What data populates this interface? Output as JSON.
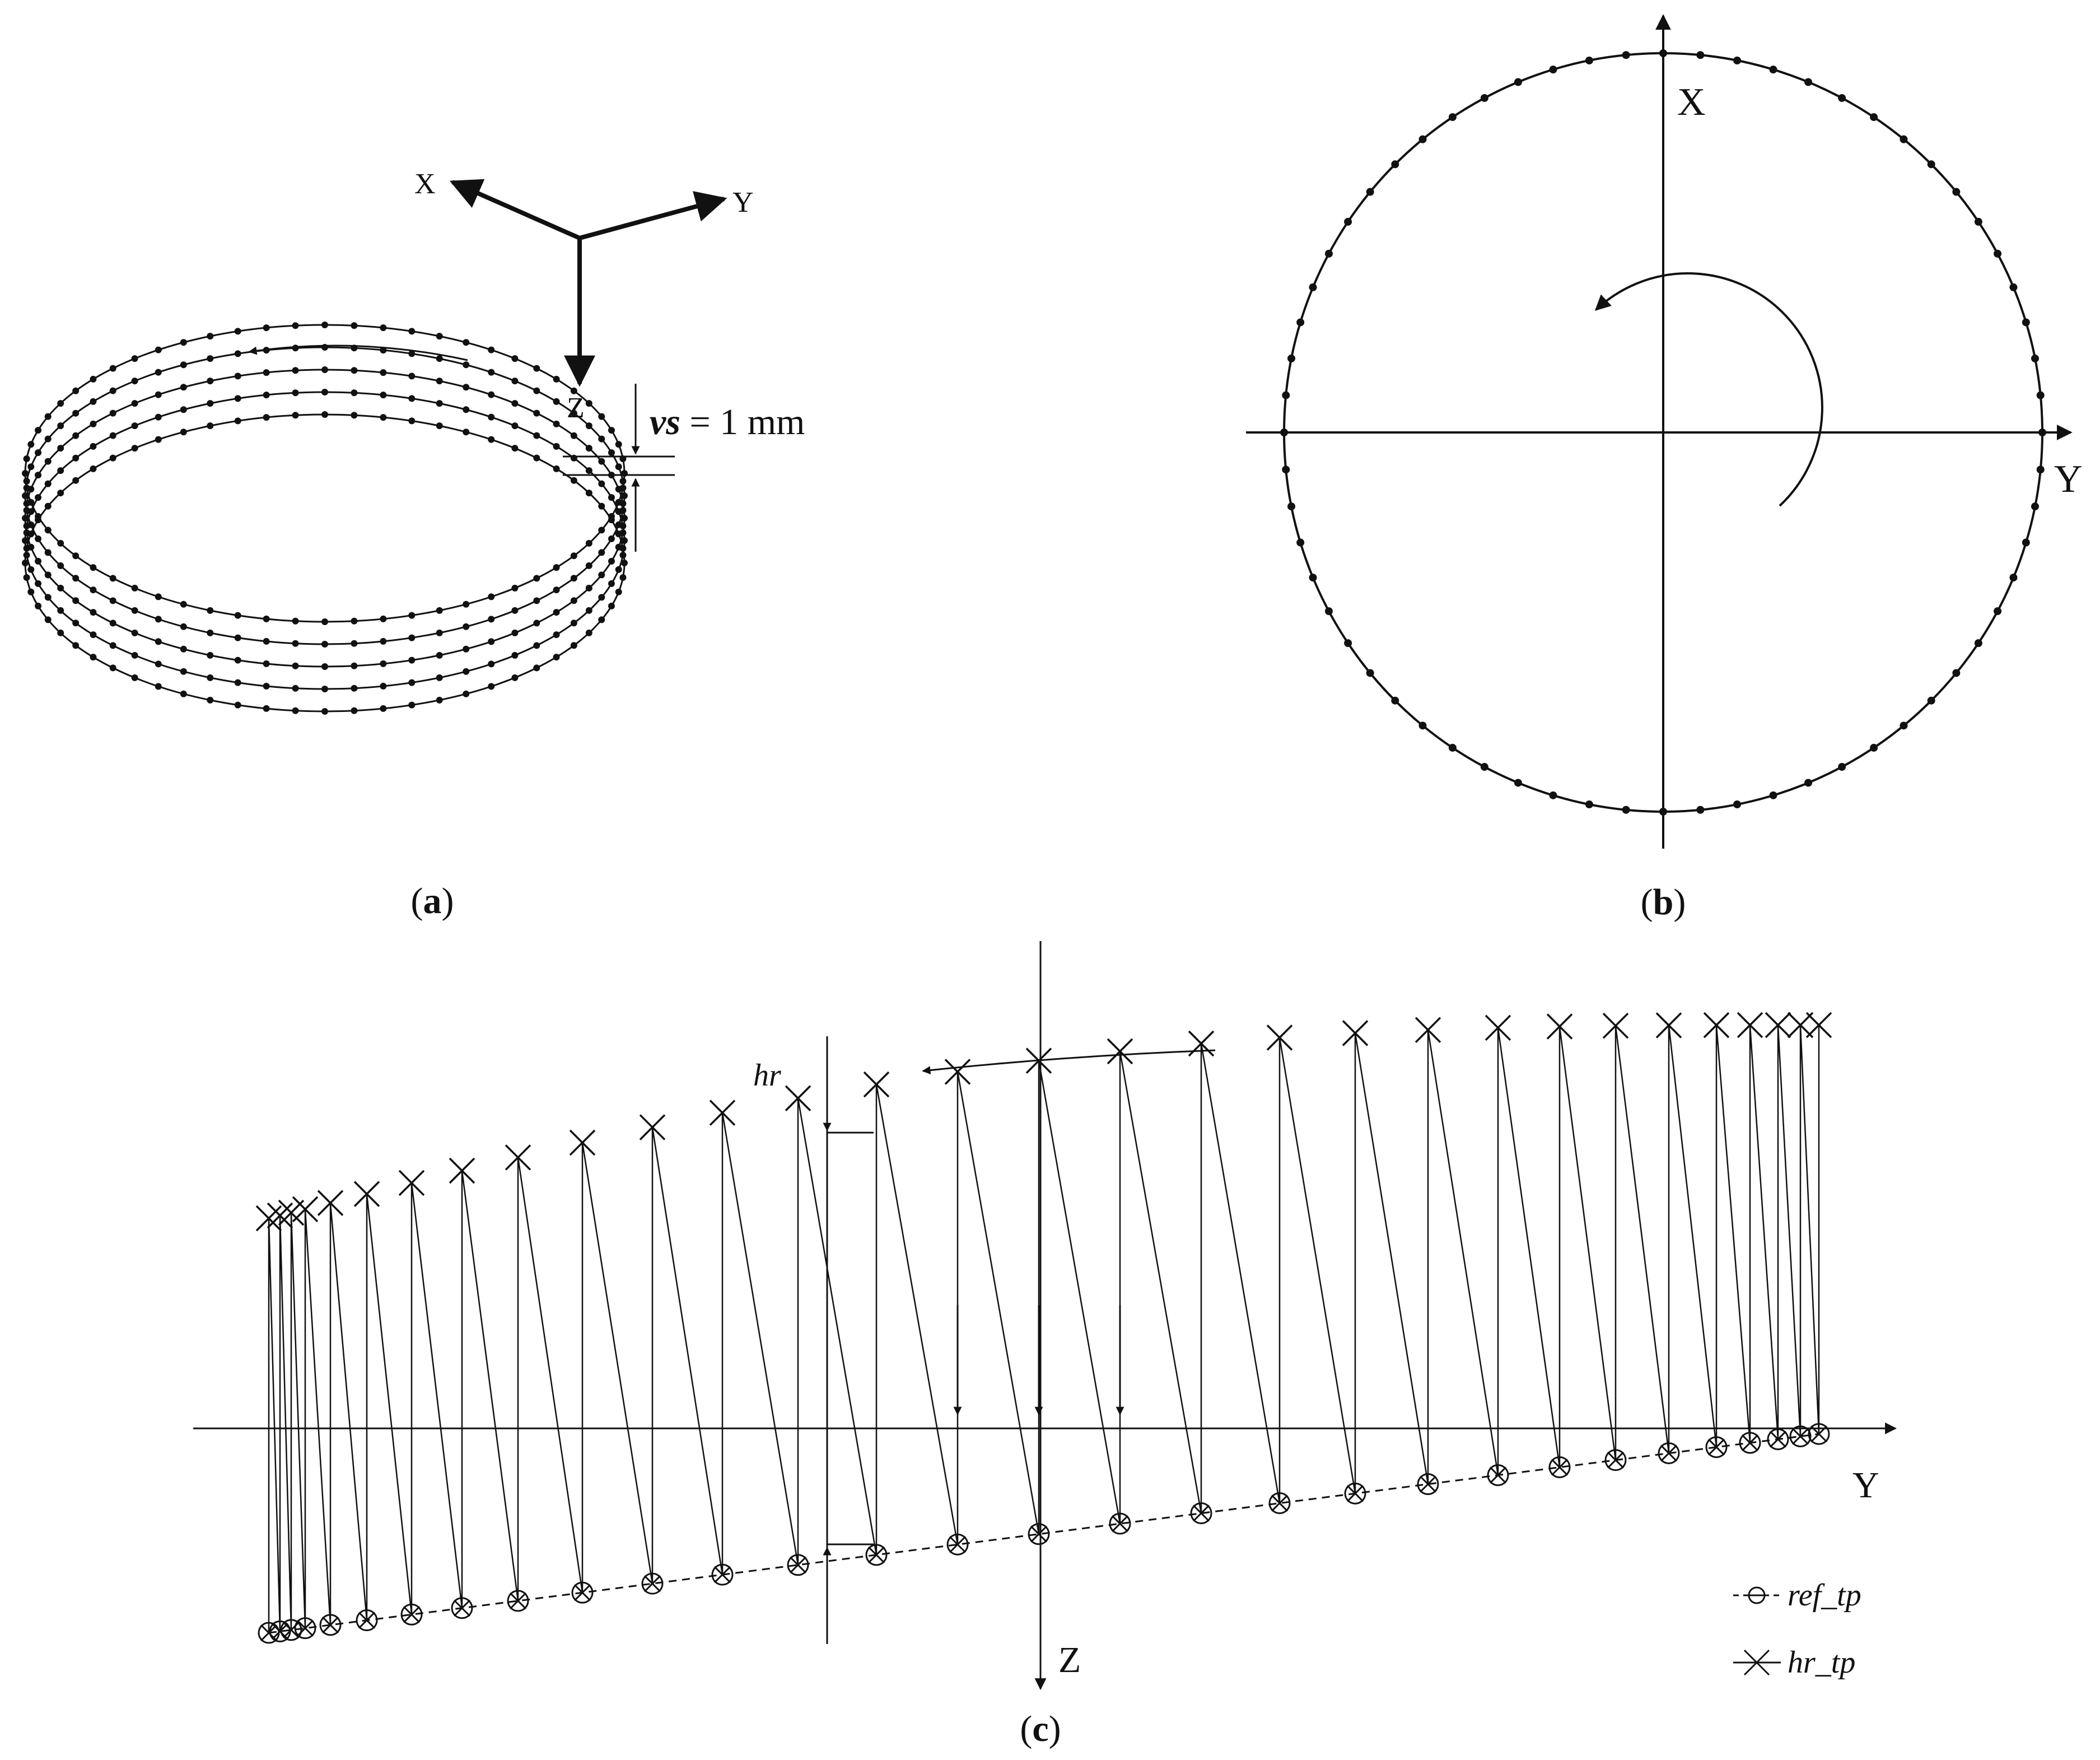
{
  "panel_a": {
    "caption_open": "(",
    "caption_letter": "a",
    "caption_close": ")",
    "axis_x": "X",
    "axis_y": "Y",
    "axis_z": "Z",
    "vs_symbol": "vs",
    "vs_value": " = 1 mm",
    "layers": 5
  },
  "panel_b": {
    "caption_open": "(",
    "caption_letter": "b",
    "caption_close": ")",
    "axis_x": "X",
    "axis_y": "Y",
    "points_on_circle": 64
  },
  "panel_c": {
    "caption_open": "(",
    "caption_letter": "c",
    "caption_close": ")",
    "axis_y": "Y",
    "axis_z": "Z",
    "hr_label": "hr",
    "legend": [
      {
        "marker": "circle-cross",
        "label": "ref_tp"
      },
      {
        "marker": "cross",
        "label": "hr_tp"
      }
    ]
  }
}
